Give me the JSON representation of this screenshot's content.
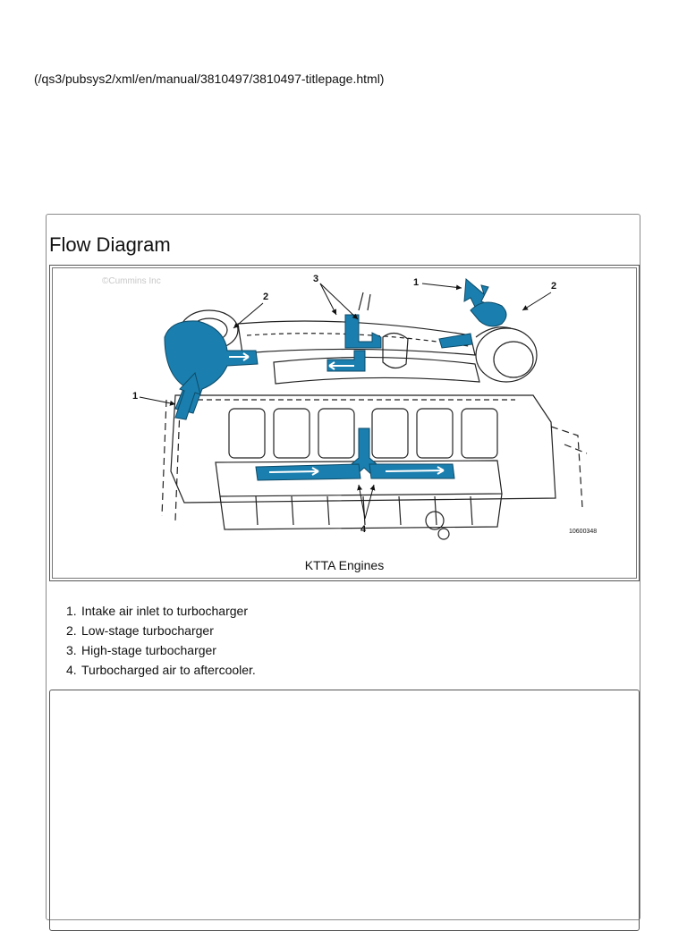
{
  "page": {
    "path": "(/qs3/pubsys2/xml/en/manual/3810497/3810497-titlepage.html)"
  },
  "section": {
    "title": "Flow Diagram"
  },
  "figure": {
    "watermark": "©Cummins Inc",
    "caption": "KTTA Engines",
    "drawing_number": "10600348",
    "callouts": [
      "1",
      "2",
      "3",
      "4"
    ],
    "flow_color": "#1a7fae"
  },
  "legend": [
    {
      "num": "1.",
      "text": "Intake air inlet to turbocharger"
    },
    {
      "num": "2.",
      "text": "Low-stage turbocharger"
    },
    {
      "num": "3.",
      "text": "High-stage turbocharger"
    },
    {
      "num": "4.",
      "text": "Turbocharged air to aftercooler."
    }
  ]
}
